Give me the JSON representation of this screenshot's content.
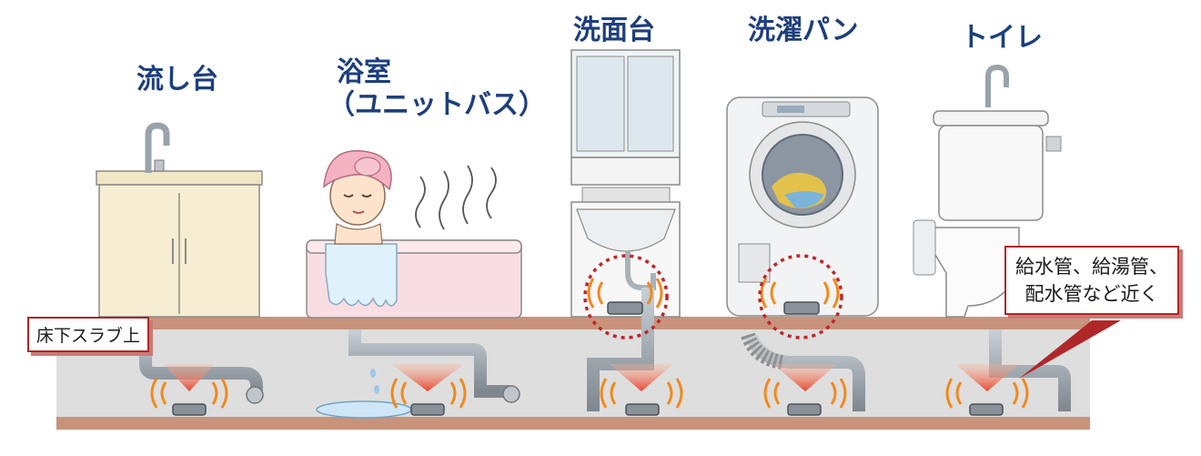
{
  "locations": [
    {
      "id": "kitchen-sink",
      "label": "流し台"
    },
    {
      "id": "bathroom",
      "label_line1": "浴室",
      "label_line2": "（ユニットバス）"
    },
    {
      "id": "washbasin",
      "label": "洗面台"
    },
    {
      "id": "washing-pan",
      "label": "洗濯パン"
    },
    {
      "id": "toilet",
      "label": "トイレ"
    }
  ],
  "callouts": {
    "floor": "床下スラブ上",
    "near_pipes_line1": "給水管、給湯管、",
    "near_pipes_line2": "配水管など近く"
  },
  "colors": {
    "title": "#1d3f7d",
    "callout_border": "#b0272a",
    "slab": "#c9937b",
    "arrow": "#e8452f",
    "wave": "#f08a1e",
    "pipe": "#9aa3ab"
  }
}
